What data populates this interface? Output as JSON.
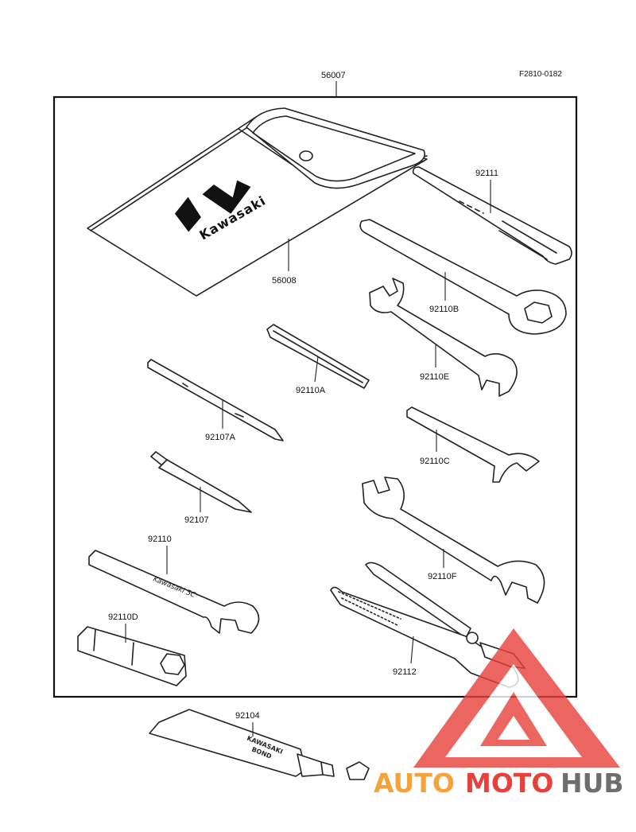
{
  "figure_code": "F2810-0182",
  "parts": {
    "tool_set": "56007",
    "case": "56008",
    "handle": "92111",
    "ring_wrench": "92110B",
    "open_wrench_e": "92110E",
    "pin_wrench": "92110A",
    "screwdriver_a": "92107A",
    "hook_wrench": "92110C",
    "screwdriver": "92107",
    "open_wrench_f": "92110F",
    "open_wrench": "92110",
    "pliers": "92112",
    "plug_wrench": "92110D",
    "bond_tube": "92104"
  },
  "imprints": {
    "case_logo": "Kawasaki",
    "wrench_stamp": "Kawasaki 5C",
    "tube_label_1": "KAWASAKI",
    "tube_label_2": "BOND"
  },
  "watermark": {
    "part1": "AUTO",
    "part2": "MOTO",
    "part3": "HUB",
    "color_orange": "#f4a23a",
    "color_red": "#e8403a",
    "color_gray": "#6e6e6e"
  }
}
